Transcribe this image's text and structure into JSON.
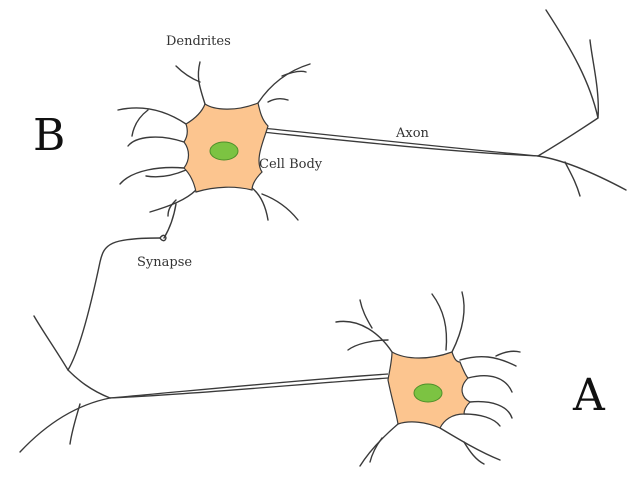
{
  "labels": {
    "dendrites": "Dendrites",
    "axon": "Axon",
    "cell_body": "Cell Body",
    "synapse": "Synapse",
    "neuron_a": "A",
    "neuron_b": "B"
  },
  "colors": {
    "cell_body_fill": "#fcc58f",
    "nucleus_fill": "#7cc342",
    "outline": "#3a3a3a",
    "background": "#ffffff"
  }
}
